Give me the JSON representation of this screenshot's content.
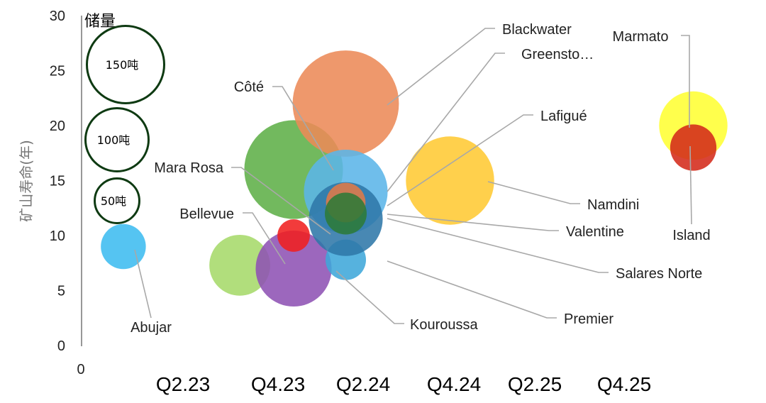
{
  "chart_data": {
    "type": "bubble",
    "title": "",
    "xlabel": "",
    "ylabel": "矿山寿命(年)",
    "ylim": [
      0,
      30
    ],
    "y_ticks": [
      "0",
      "5",
      "10",
      "15",
      "20",
      "25",
      "30"
    ],
    "x_origin_label": "0",
    "x_ticks": [
      "Q2.23",
      "Q4.23",
      "Q2.24",
      "Q4.24",
      "Q2.25",
      "Q4.25"
    ],
    "grid": false,
    "size_legend": {
      "title": "储量",
      "items": [
        {
          "label": "150吨",
          "size": 150
        },
        {
          "label": "100吨",
          "size": 100
        },
        {
          "label": "50吨",
          "size": 50
        }
      ]
    },
    "points": [
      {
        "name": "Abujar",
        "x": 0.22,
        "y": 9.0,
        "size": 52,
        "color": "#3dbcf0"
      },
      {
        "name": "Bellevue",
        "x": 0.89,
        "y": 7.3,
        "size": 95,
        "color": "#a6d96a"
      },
      {
        "name": "Kouroussa",
        "x": 1.2,
        "y": 7.0,
        "size": 148,
        "color": "#8e52b4"
      },
      {
        "name": "Côté",
        "x": 1.2,
        "y": 16.0,
        "size": 250,
        "color": "#5eaf48"
      },
      {
        "name": "Mara Rosa",
        "x": 1.2,
        "y": 10.0,
        "size": 27,
        "color": "#f02020"
      },
      {
        "name": "Blackwater",
        "x": 1.5,
        "y": 22.0,
        "size": 290,
        "color": "#ec8a58"
      },
      {
        "name": "Premier",
        "x": 1.5,
        "y": 7.8,
        "size": 42,
        "color": "#3fa7d9"
      },
      {
        "name": "Greenstone",
        "x": 1.5,
        "y": 14.0,
        "size": 180,
        "color": "#5bb5e8"
      },
      {
        "name": "Salares Norte",
        "x": 1.5,
        "y": 11.5,
        "size": 140,
        "color": "#2f78a8"
      },
      {
        "name": "Lafigué",
        "x": 1.5,
        "y": 13.0,
        "size": 40,
        "color": "#e07a48"
      },
      {
        "name": "Valentine",
        "x": 1.5,
        "y": 12.0,
        "size": 45,
        "color": "#2e7a38"
      },
      {
        "name": "Namdini",
        "x": 2.1,
        "y": 15.0,
        "size": 200,
        "color": "#ffc933"
      },
      {
        "name": "Marmato",
        "x": 3.5,
        "y": 20.0,
        "size": 120,
        "color": "#ffff33"
      },
      {
        "name": "Island",
        "x": 3.5,
        "y": 18.0,
        "size": 55,
        "color": "#d42a1a"
      }
    ],
    "labels": {
      "Abujar": "Abujar",
      "Bellevue": "Bellevue",
      "Kouroussa": "Kouroussa",
      "Côté": "Côté",
      "Mara Rosa": "Mara Rosa",
      "Blackwater": "Blackwater",
      "Premier": "Premier",
      "Greenstone": "Greensto…",
      "Salares Norte": "Salares Norte",
      "Lafigué": "Lafigué",
      "Valentine": "Valentine",
      "Namdini": "Namdini",
      "Marmato": "Marmato",
      "Island": "Island"
    }
  }
}
